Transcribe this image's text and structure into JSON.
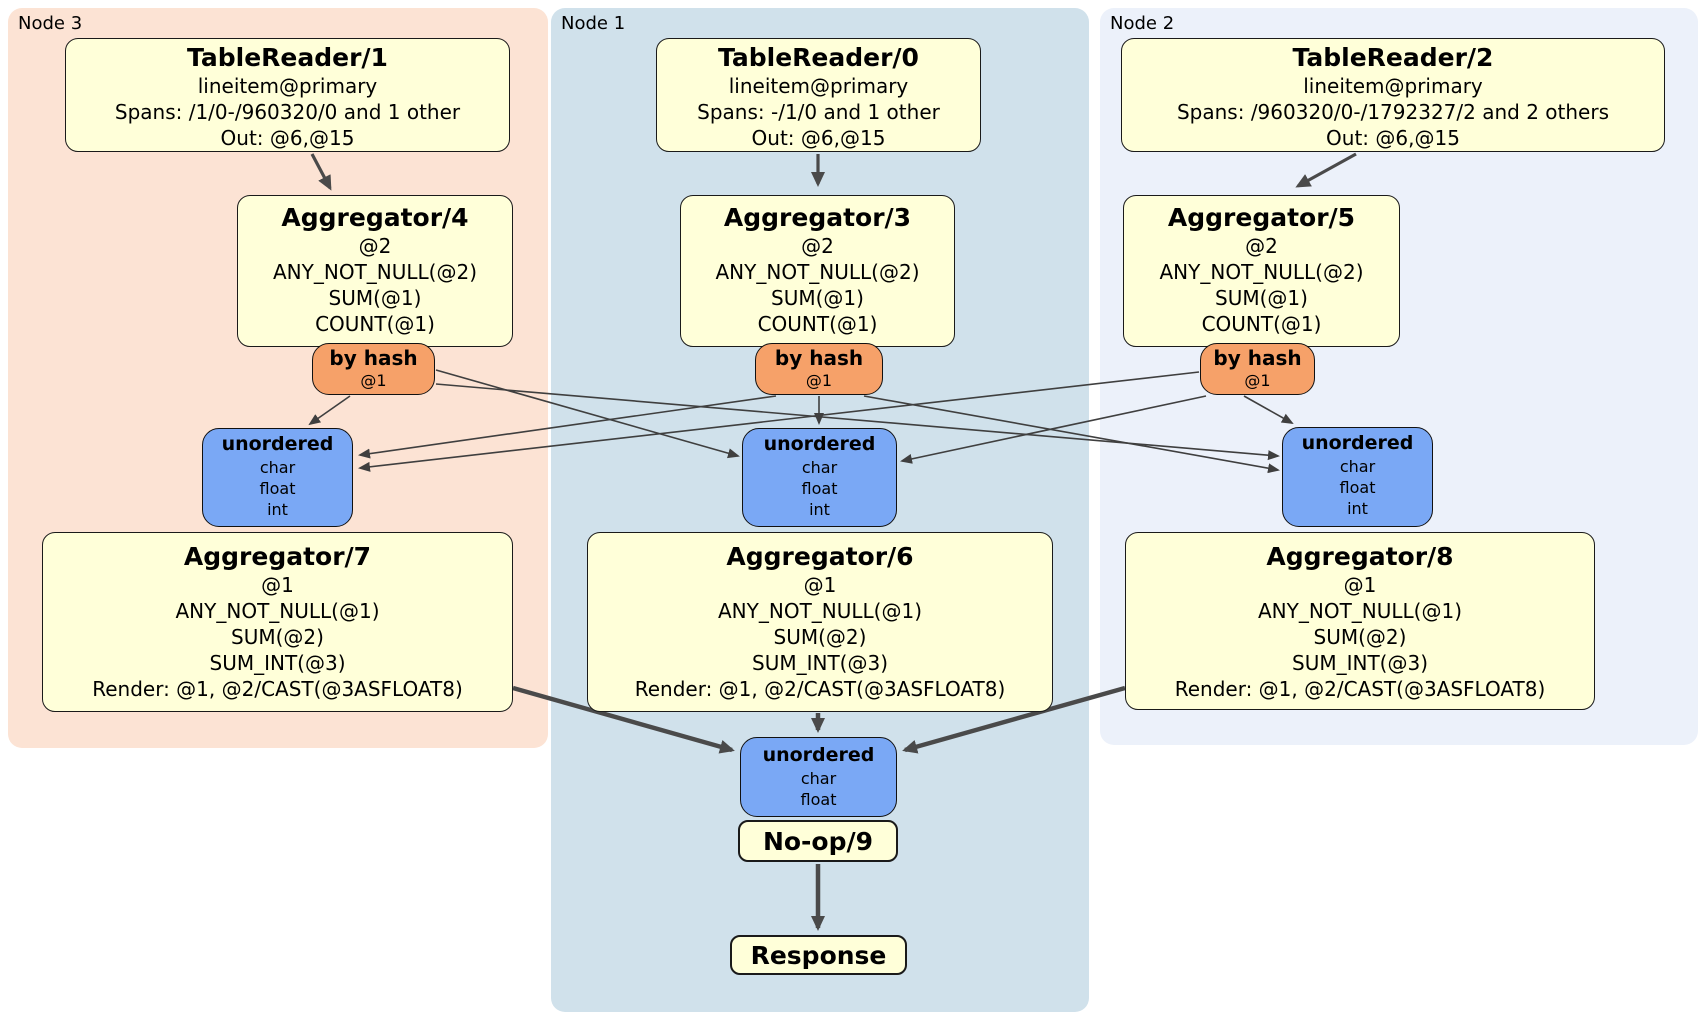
{
  "panels": {
    "node3": {
      "label": "Node 3"
    },
    "node1": {
      "label": "Node 1"
    },
    "node2": {
      "label": "Node 2"
    }
  },
  "procs": {
    "tr1": {
      "title": "TableReader/1",
      "lines": [
        "lineitem@primary",
        "Spans: /1/0-/960320/0 and 1 other",
        "Out: @6,@15"
      ]
    },
    "tr0": {
      "title": "TableReader/0",
      "lines": [
        "lineitem@primary",
        "Spans: -/1/0 and 1 other",
        "Out: @6,@15"
      ]
    },
    "tr2": {
      "title": "TableReader/2",
      "lines": [
        "lineitem@primary",
        "Spans: /960320/0-/1792327/2 and 2 others",
        "Out: @6,@15"
      ]
    },
    "agg4": {
      "title": "Aggregator/4",
      "lines": [
        "@2",
        "ANY_NOT_NULL(@2)",
        "SUM(@1)",
        "COUNT(@1)"
      ]
    },
    "agg3": {
      "title": "Aggregator/3",
      "lines": [
        "@2",
        "ANY_NOT_NULL(@2)",
        "SUM(@1)",
        "COUNT(@1)"
      ]
    },
    "agg5": {
      "title": "Aggregator/5",
      "lines": [
        "@2",
        "ANY_NOT_NULL(@2)",
        "SUM(@1)",
        "COUNT(@1)"
      ]
    },
    "agg7": {
      "title": "Aggregator/7",
      "lines": [
        "@1",
        "ANY_NOT_NULL(@1)",
        "SUM(@2)",
        "SUM_INT(@3)",
        "Render: @1, @2/CAST(@3ASFLOAT8)"
      ]
    },
    "agg6": {
      "title": "Aggregator/6",
      "lines": [
        "@1",
        "ANY_NOT_NULL(@1)",
        "SUM(@2)",
        "SUM_INT(@3)",
        "Render: @1, @2/CAST(@3ASFLOAT8)"
      ]
    },
    "agg8": {
      "title": "Aggregator/8",
      "lines": [
        "@1",
        "ANY_NOT_NULL(@1)",
        "SUM(@2)",
        "SUM_INT(@3)",
        "Render: @1, @2/CAST(@3ASFLOAT8)"
      ]
    },
    "noop": {
      "title": "No-op/9"
    },
    "response": {
      "title": "Response"
    }
  },
  "routers": {
    "hash4": {
      "label": "by hash",
      "tag": "@1"
    },
    "hash3": {
      "label": "by hash",
      "tag": "@1"
    },
    "hash5": {
      "label": "by hash",
      "tag": "@1"
    }
  },
  "syncs": {
    "s7": {
      "label": "unordered",
      "types": [
        "char",
        "float",
        "int"
      ]
    },
    "s6": {
      "label": "unordered",
      "types": [
        "char",
        "float",
        "int"
      ]
    },
    "s8": {
      "label": "unordered",
      "types": [
        "char",
        "float",
        "int"
      ]
    },
    "final": {
      "label": "unordered",
      "types": [
        "char",
        "float"
      ]
    }
  },
  "colors": {
    "panel_node3": "#fce3d4",
    "panel_node1": "#d0e1eb",
    "panel_node2": "#ecf1fa",
    "processor_fill": "#ffffd9",
    "router_fill": "#f6a169",
    "sync_fill": "#7aa8f5",
    "edge": "#3f3f3f"
  }
}
